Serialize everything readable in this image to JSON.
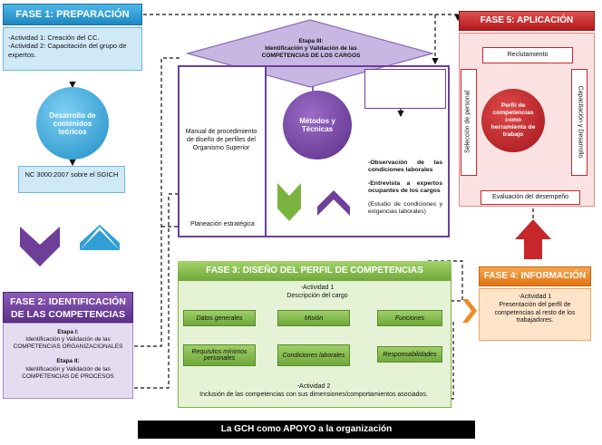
{
  "phase1": {
    "title": "FASE 1: PREPARACIÓN",
    "activities": "-Actividad 1: Creación del CC.\n-Actividad 2: Capacitación del grupo de expertos.",
    "circle": "Desarrollo de contenidos teóricos",
    "nc_box": "NC 3000:2007 sobre el SGICH"
  },
  "phase2": {
    "title": "FASE 2: IDENTIFICACIÓN DE LAS COMPETENCIAS",
    "stage1_label": "Etapa I:",
    "stage1_text": "Identificación y Validación de las COMPETENCIAS ORGANIZACIONALES",
    "stage2_label": "Etapa II:",
    "stage2_text": "Identificación y Validación de las COMPETENCIAS DE PROCESOS"
  },
  "stage3": {
    "label": "Etapa III:",
    "text": "Identificación y Validación de las COMPETENCIAS DE LOS CARGOS"
  },
  "center": {
    "manual": "Manual de procedimiento de diseño de perfiles del Organismo Superior",
    "planning": "Planeación estratégica",
    "methods_circle": "Métodos y Técnicas",
    "obs_label": "-Observación de las condiciones laborales",
    "interview_label": "-Entrevista a expertos ocupantes de los cargos",
    "study_text": "(Estudio de condiciones y exigencias laborales)"
  },
  "phase3": {
    "title": "FASE 3: DISEÑO DEL PERFIL DE COMPETENCIAS",
    "act1": "-Actividad 1\nDescripción del cargo",
    "buttons": [
      "Datos generales",
      "Misión",
      "Funciones",
      "Requisitos mínimos personales",
      "Condiciones laborales",
      "Responsabilidades"
    ],
    "act2": "-Actividad 2\nInclusión de las competencias con sus dimensiones/comportamientos asociados."
  },
  "phase4": {
    "title": "FASE 4: INFORMACIÓN",
    "text": "-Actividad 1\nPresentación del perfil de competencias al resto de los trabajadores."
  },
  "phase5": {
    "title": "FASE 5: APLICACIÓN",
    "recruitment": "Reclutamiento",
    "selection": "Selección de personal",
    "training": "Capacitación y Desarrollo",
    "circle": "Perfil de competencias como herramienta de trabajo",
    "evaluation": "Evaluación del desempeño"
  },
  "footer": "La GCH como APOYO a la organización",
  "colors": {
    "phase1": "#2f9fd6",
    "phase2": "#6d3f99",
    "phase3": "#7bb33f",
    "phase4": "#f08a24",
    "phase5": "#c7272b",
    "purple_light": "#c9b7e3"
  }
}
